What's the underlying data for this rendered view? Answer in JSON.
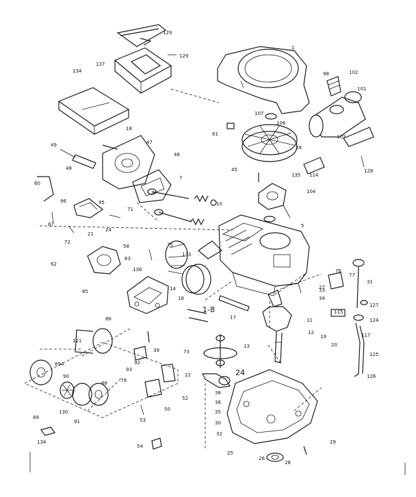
{
  "labels": [
    {
      "id": "p129a",
      "text": "129"
    },
    {
      "id": "p129b",
      "text": "129"
    },
    {
      "id": "p137",
      "text": "137"
    },
    {
      "id": "p134",
      "text": "134"
    },
    {
      "id": "p1",
      "text": "1"
    },
    {
      "id": "p98",
      "text": "98"
    },
    {
      "id": "p102",
      "text": "102"
    },
    {
      "id": "p101",
      "text": "101"
    },
    {
      "id": "p107",
      "text": "107"
    },
    {
      "id": "p106",
      "text": "106"
    },
    {
      "id": "p59",
      "text": "59"
    },
    {
      "id": "p61",
      "text": "61"
    },
    {
      "id": "p103",
      "text": "103"
    },
    {
      "id": "p128",
      "text": "128"
    },
    {
      "id": "p18",
      "text": "18"
    },
    {
      "id": "p49",
      "text": "49"
    },
    {
      "id": "p47",
      "text": "47"
    },
    {
      "id": "p48",
      "text": "48"
    },
    {
      "id": "p46",
      "text": "46"
    },
    {
      "id": "p45",
      "text": "45"
    },
    {
      "id": "p135",
      "text": "135"
    },
    {
      "id": "p114",
      "text": "114"
    },
    {
      "id": "p104",
      "text": "104"
    },
    {
      "id": "p60",
      "text": "60"
    },
    {
      "id": "p96",
      "text": "96"
    },
    {
      "id": "p95",
      "text": "95"
    },
    {
      "id": "p71",
      "text": "71"
    },
    {
      "id": "p87",
      "text": "87"
    },
    {
      "id": "p72",
      "text": "72"
    },
    {
      "id": "p21",
      "text": "21"
    },
    {
      "id": "p24a",
      "text": "24"
    },
    {
      "id": "p7",
      "text": "7"
    },
    {
      "id": "p10",
      "text": "10"
    },
    {
      "id": "p5",
      "text": "5"
    },
    {
      "id": "p75",
      "text": "75"
    },
    {
      "id": "p58",
      "text": "58"
    },
    {
      "id": "p62",
      "text": "62"
    },
    {
      "id": "p85",
      "text": "85"
    },
    {
      "id": "p63",
      "text": "63"
    },
    {
      "id": "p138",
      "text": "138"
    },
    {
      "id": "p133",
      "text": "133"
    },
    {
      "id": "p14",
      "text": "14"
    },
    {
      "id": "p16",
      "text": "16"
    },
    {
      "id": "p18b",
      "text": "1-8"
    },
    {
      "id": "p17",
      "text": "17"
    },
    {
      "id": "p33",
      "text": "33"
    },
    {
      "id": "p34",
      "text": "34"
    },
    {
      "id": "p76",
      "text": "76"
    },
    {
      "id": "p77",
      "text": "77"
    },
    {
      "id": "p31",
      "text": "31"
    },
    {
      "id": "p127",
      "text": "127"
    },
    {
      "id": "p115",
      "text": "115"
    },
    {
      "id": "p124",
      "text": "124"
    },
    {
      "id": "p117",
      "text": "117"
    },
    {
      "id": "p125",
      "text": "125"
    },
    {
      "id": "p126",
      "text": "126"
    },
    {
      "id": "p11",
      "text": "11"
    },
    {
      "id": "p12",
      "text": "12"
    },
    {
      "id": "p13",
      "text": "13"
    },
    {
      "id": "p19",
      "text": "19"
    },
    {
      "id": "p20",
      "text": "20"
    },
    {
      "id": "p73",
      "text": "73"
    },
    {
      "id": "p22",
      "text": "22"
    },
    {
      "id": "p24b",
      "text": "24"
    },
    {
      "id": "p38",
      "text": "38"
    },
    {
      "id": "p36",
      "text": "36"
    },
    {
      "id": "p35",
      "text": "35"
    },
    {
      "id": "p30",
      "text": "30"
    },
    {
      "id": "p32",
      "text": "32"
    },
    {
      "id": "p25",
      "text": "25"
    },
    {
      "id": "p26",
      "text": "26"
    },
    {
      "id": "p28",
      "text": "28"
    },
    {
      "id": "p29",
      "text": "29"
    },
    {
      "id": "p86",
      "text": "86"
    },
    {
      "id": "p121",
      "text": "121"
    },
    {
      "id": "p89a",
      "text": "89A"
    },
    {
      "id": "p90",
      "text": "90"
    },
    {
      "id": "p89",
      "text": "89"
    },
    {
      "id": "p130",
      "text": "130"
    },
    {
      "id": "p91",
      "text": "91"
    },
    {
      "id": "p88",
      "text": "88"
    },
    {
      "id": "p92",
      "text": "92"
    },
    {
      "id": "p93",
      "text": "93"
    },
    {
      "id": "p39",
      "text": "39"
    },
    {
      "id": "p79",
      "text": "79"
    },
    {
      "id": "p50",
      "text": "50"
    },
    {
      "id": "p52",
      "text": "52"
    },
    {
      "id": "p53",
      "text": "53"
    },
    {
      "id": "p54",
      "text": "54"
    },
    {
      "id": "p134b",
      "text": "134"
    },
    {
      "id": "p27",
      "text": "27"
    }
  ]
}
